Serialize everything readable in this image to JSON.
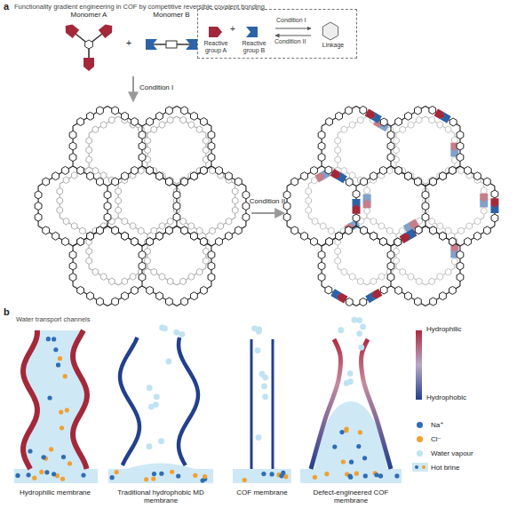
{
  "diagram": {
    "nodes": [
      {
        "text": [
          "Reactive group A",
          "+",
          "Reactive group B",
          "Condition I",
          "Condition II",
          "Linkage"
        ]
      }
    ],
    "labels": [
      "a",
      "Functionality gradient engineering in COF by competitive reversible covalent bonding",
      "Monomer A",
      "+",
      "Monomer B",
      "Condition I",
      "Condition II",
      "b",
      "Water transport channels",
      "Hydrophilic",
      "Hydrophobic",
      "Hydrophilic membrane",
      "Traditional hydrophobic MD membrane",
      "COF membrane",
      "Defect-engineered COF membrane"
    ],
    "legend": [
      {
        "text": "Na⁺",
        "color": "#2f6db5"
      },
      {
        "text": "Cl⁻",
        "color": "#f0a030"
      },
      {
        "text": "Water vapour",
        "color": "#bfe3f2"
      },
      {
        "text": "Hot brine"
      }
    ]
  }
}
